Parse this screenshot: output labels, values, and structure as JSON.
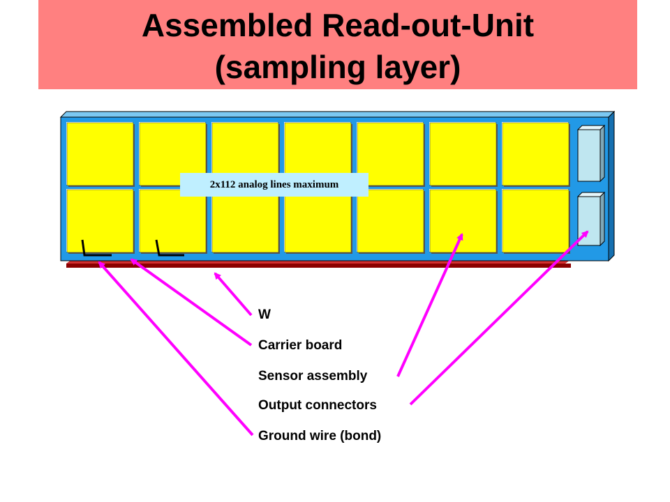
{
  "title": {
    "line1": "Assembled Read-out-Unit",
    "line2": "(sampling layer)"
  },
  "analog_label": "2x112 analog lines maximum",
  "legend": [
    "W",
    "Carrier board",
    "Sensor assembly",
    "Output connectors",
    "Ground wire (bond)"
  ],
  "colors": {
    "title_background": "#ff8080",
    "board": "#2299e6",
    "pad": "#ffff00",
    "carrier": "#a01010",
    "connector": "#bfe6f0",
    "arrow": "#ff00ff",
    "analog_box": "#bfefff"
  }
}
